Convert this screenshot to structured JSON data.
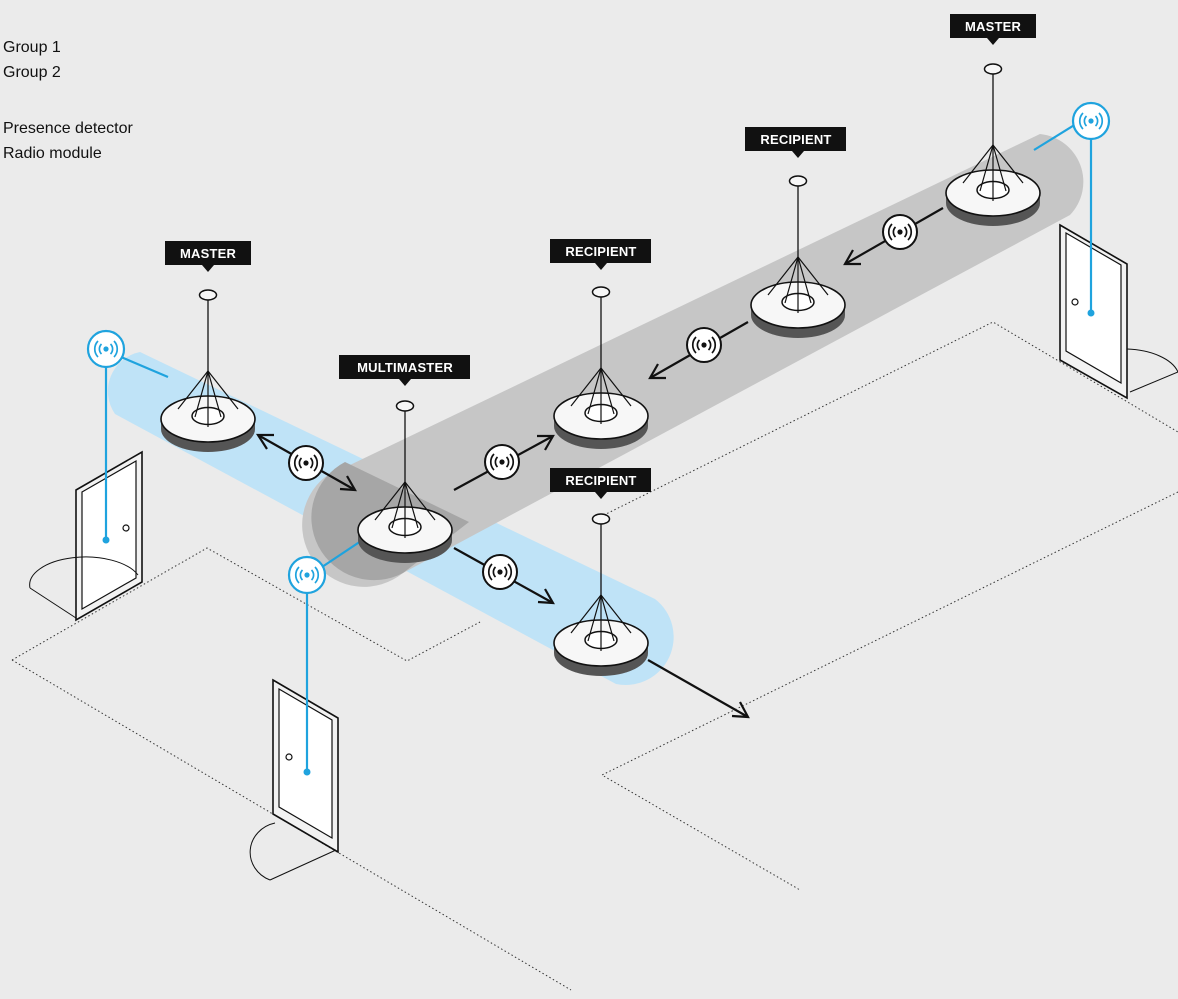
{
  "legend": {
    "items": [
      {
        "label": "Group 1",
        "color": "#bfe3f7"
      },
      {
        "label": "Group 2",
        "color": "#c6c6c6"
      },
      {
        "label": "Presence detector"
      },
      {
        "label": "Radio module",
        "color": "#1fa3de"
      }
    ]
  },
  "labels": {
    "master_left": "MASTER",
    "multimaster": "MULTIMASTER",
    "recipient_mid": "RECIPIENT",
    "recipient_low": "RECIPIENT",
    "recipient_upper": "RECIPIENT",
    "master_right": "MASTER"
  },
  "colors": {
    "group1": "#bfe3f7",
    "group2": "#c6c6c6",
    "radio_module": "#1fa3de",
    "background": "#ebebeb",
    "label_bg": "#111111"
  },
  "icons": {
    "signal": "radio-signal-icon",
    "arrow": "arrow-icon",
    "door": "door-icon",
    "detector": "presence-detector-icon"
  }
}
